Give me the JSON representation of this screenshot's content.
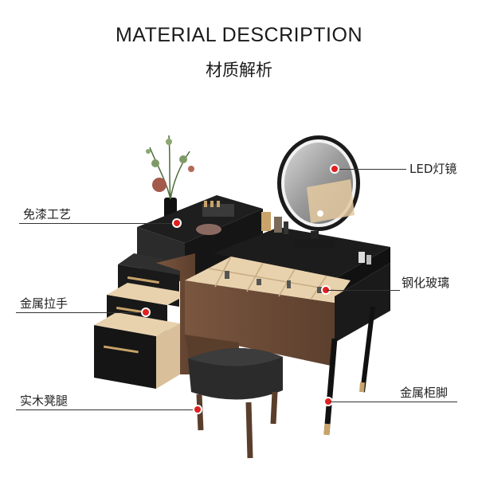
{
  "header": {
    "title_en": "MATERIAL DESCRIPTION",
    "title_cn": "材质解析"
  },
  "callouts": {
    "led_mirror": "LED灯镜",
    "paint_free": "免漆工艺",
    "tempered_glass": "钢化玻璃",
    "metal_handle": "金属拉手",
    "solid_wood_stool_legs": "实木凳腿",
    "metal_cabinet_legs": "金属柜脚"
  },
  "colors": {
    "accent_dot": "#e02020",
    "cabinet_black": "#1c1c1c",
    "walnut": "#6b4a36",
    "brass": "#c9a36a",
    "drawer_inner": "#e8d2ad"
  }
}
